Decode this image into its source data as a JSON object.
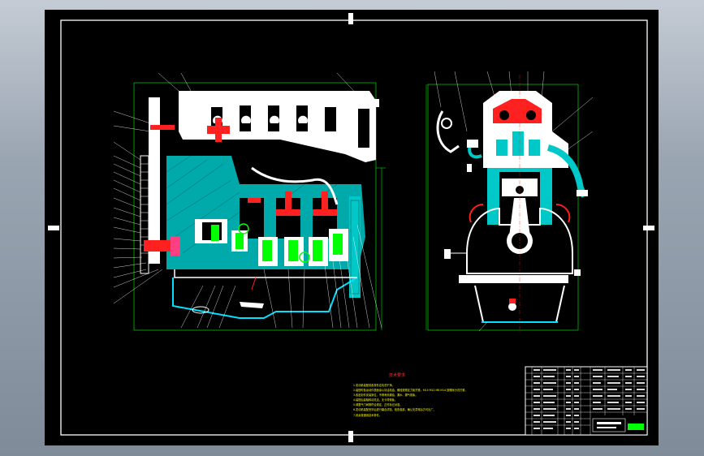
{
  "drawing": {
    "notes_title": "技术要求",
    "notes": [
      "1.发动机装配前各零件应清洗干净。",
      "2.装配时各运动件表面涂以清洁机油，螺栓按规定力矩拧紧，M10 M12 M8 M14 按顺序分次拧紧。",
      "3.各密封件安装到位，不得有渗漏油、漏水、漏气现象。",
      "4.装配后曲轴转动灵活，无卡滞现象。",
      "5.调整气门间隙符合规定，正时标记对准。",
      "6.发动机装配完毕后进行磨合试验，检查各部，确认无异常后方可出厂。",
      "7.其余按通用技术条件。"
    ]
  }
}
